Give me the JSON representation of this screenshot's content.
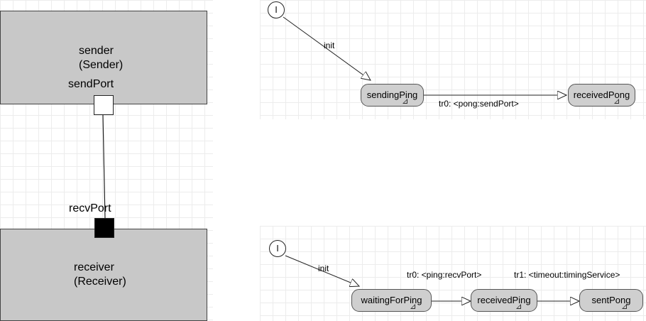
{
  "structure": {
    "sender": {
      "name": "sender",
      "type": "(Sender)",
      "port": "sendPort"
    },
    "receiver": {
      "name": "receiver",
      "type": "(Receiver)",
      "port": "recvPort"
    }
  },
  "sender_statemachine": {
    "initial_label": "I",
    "init_transition": "init",
    "states": [
      "sendingPing",
      "receivedPong"
    ],
    "transitions": [
      {
        "label": "tr0: <pong:sendPort>"
      }
    ]
  },
  "receiver_statemachine": {
    "initial_label": "I",
    "init_transition": "init",
    "states": [
      "waitingForPing",
      "receivedPing",
      "sentPong"
    ],
    "transitions": [
      {
        "label": "tr0: <ping:recvPort>"
      },
      {
        "label": "tr1: <timeout:timingService>"
      }
    ]
  }
}
